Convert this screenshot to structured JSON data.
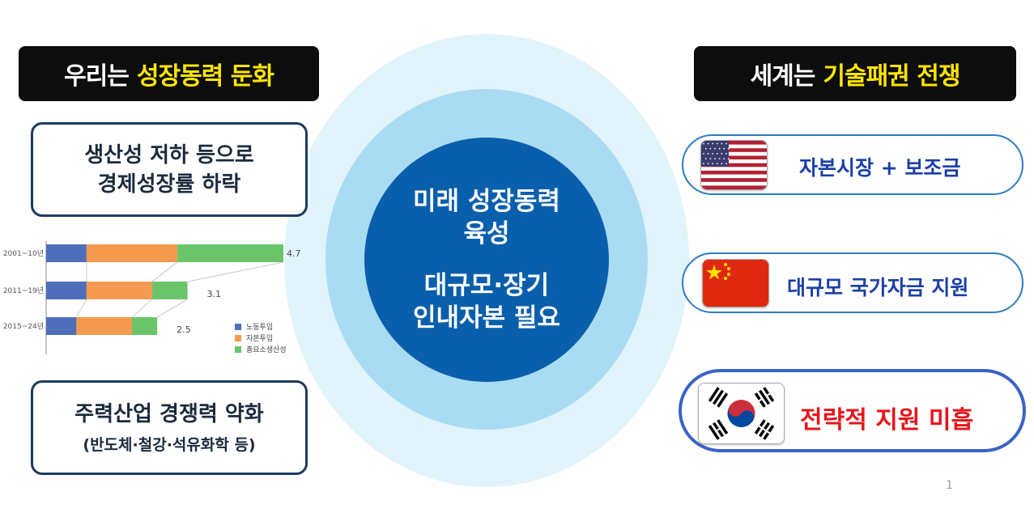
{
  "headers": {
    "left": {
      "part1": "우리는",
      "part2": "성장동력 둔화"
    },
    "right": {
      "part1": "세계는",
      "part2": "기술패권 전쟁"
    }
  },
  "left_boxes": {
    "top": {
      "line1": "생산성 저하 등으로",
      "line2": "경제성장률 하락"
    },
    "bottom": {
      "line1": "주력산업 경쟁력 약화",
      "line2": "(반도체·철강·석유화학 등)"
    }
  },
  "center": {
    "line1": "미래 성장동력",
    "line2": "육성",
    "line3": "대규모·장기",
    "line4": "인내자본 필요"
  },
  "right_items": [
    {
      "flag": "usa-flag-icon",
      "label": "자본시장 + 보조금"
    },
    {
      "flag": "china-flag-icon",
      "label": "대규모 국가자금 지원"
    },
    {
      "flag": "korea-flag-icon",
      "label": "전략적 지원 미흡"
    }
  ],
  "colors": {
    "header_bg": "#0d0d0d",
    "header_yellow": "#ffe600",
    "circle_outer": "#e1f3fb",
    "circle_mid": "#a9dcf3",
    "circle_inner": "#0a5fac",
    "pill_text": "#1b3fa6",
    "korea_text": "#e8141b",
    "labor": "#4f6eb9",
    "capital": "#f39a4e",
    "tfp": "#6cc46a"
  },
  "chart_data": {
    "type": "bar",
    "orientation": "horizontal",
    "stacked": true,
    "categories": [
      "2001~10년",
      "2011~19년",
      "2015~24년"
    ],
    "series": [
      {
        "name": "노동투입",
        "values": [
          0.8,
          0.8,
          0.6
        ]
      },
      {
        "name": "자본투입",
        "values": [
          1.8,
          1.3,
          1.1
        ]
      },
      {
        "name": "총요소생산성",
        "values": [
          2.1,
          0.7,
          0.5
        ]
      }
    ],
    "totals": [
      "4.7",
      "3.1",
      "2.5"
    ],
    "xlim": [
      0,
      4.7
    ],
    "grid": false,
    "legend_position": "bottom-right"
  },
  "page_number": "1"
}
